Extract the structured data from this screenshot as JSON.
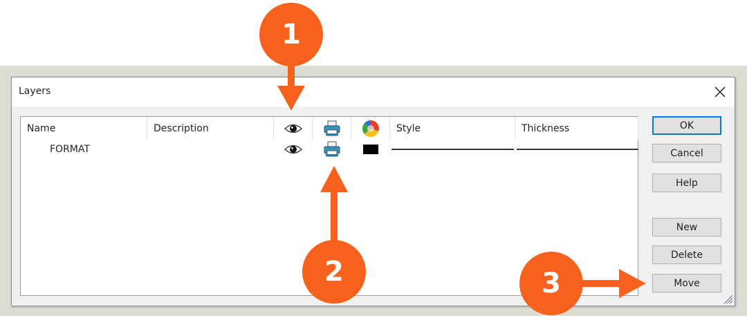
{
  "dialog": {
    "title": "Layers",
    "close_icon": "close-icon"
  },
  "table": {
    "columns": [
      {
        "key": "name",
        "label": "Name"
      },
      {
        "key": "description",
        "label": "Description"
      },
      {
        "key": "visible",
        "icon": "eye-icon"
      },
      {
        "key": "print",
        "icon": "printer-icon"
      },
      {
        "key": "color",
        "icon": "color-wheel-icon"
      },
      {
        "key": "style",
        "label": "Style"
      },
      {
        "key": "thickness",
        "label": "Thickness"
      }
    ],
    "rows": [
      {
        "name": "FORMAT",
        "description": "",
        "visible": "eye-icon",
        "print": "printer-icon",
        "color": "#000000",
        "style": "solid-line",
        "thickness": "thin-line"
      }
    ]
  },
  "buttons": {
    "ok": "OK",
    "cancel": "Cancel",
    "help": "Help",
    "new": "New",
    "delete": "Delete",
    "move": "Move"
  },
  "annotations": [
    {
      "number": "1",
      "target": "visibility column header"
    },
    {
      "number": "2",
      "target": "print icon in row"
    },
    {
      "number": "3",
      "target": "Move button"
    }
  ],
  "colors": {
    "annotation": "#f7611e",
    "default_button_border": "#0078d7",
    "layer_color": "#000000"
  }
}
